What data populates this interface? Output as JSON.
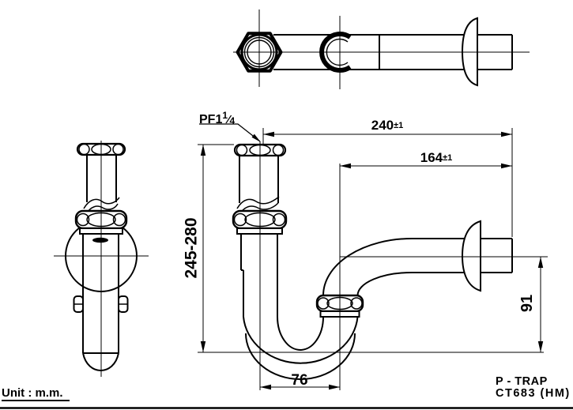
{
  "colors": {
    "line": "#000000",
    "background": "#ffffff"
  },
  "thread_label": {
    "main": "PF1",
    "numerator": "1",
    "slash": "⁄",
    "denominator": "4"
  },
  "dimensions": {
    "total_width": {
      "value": "240",
      "tolerance": "±1"
    },
    "inner_width": {
      "value": "164",
      "tolerance": "±1"
    },
    "height_range": {
      "value": "245-280"
    },
    "outlet_drop": {
      "value": "91"
    },
    "trap_width": {
      "value": "76"
    }
  },
  "footer": {
    "unit_label": "Unit : m.m.",
    "product_name": "P - TRAP",
    "product_code": "CT683 (HM)"
  }
}
